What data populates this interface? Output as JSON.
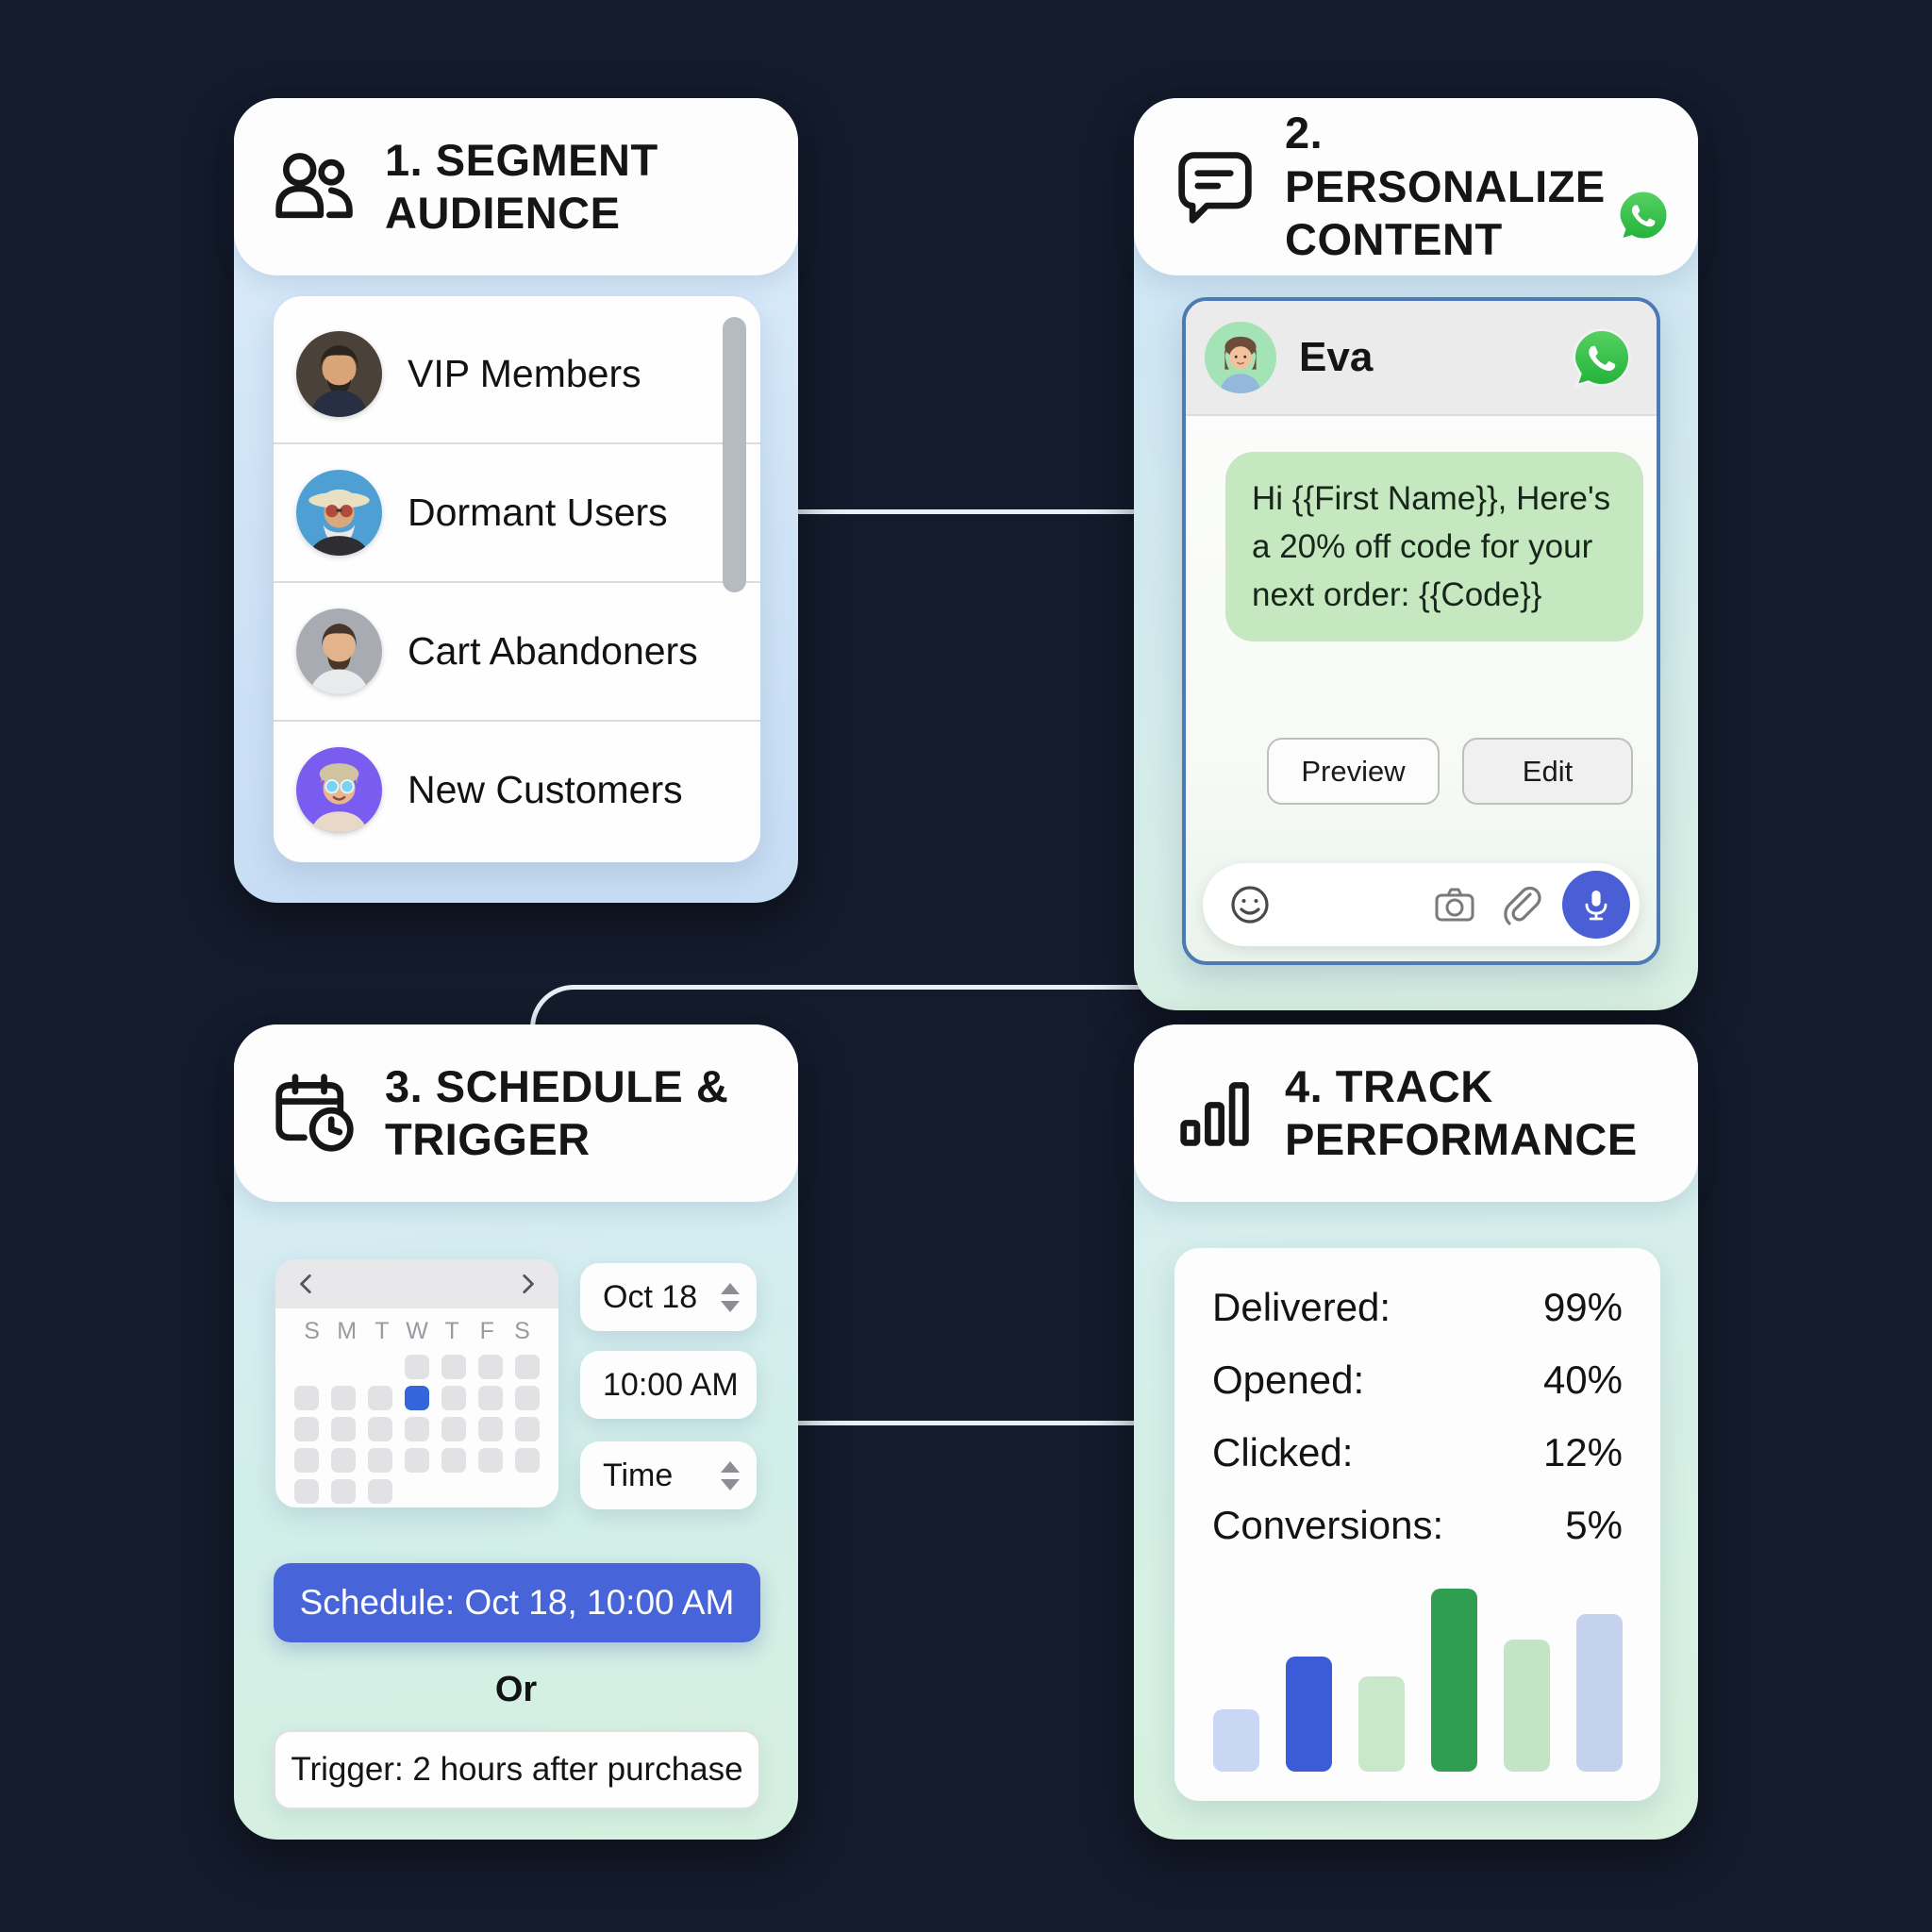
{
  "page": {
    "background": "#141b2c",
    "connector_color": "#e7eff8"
  },
  "card1": {
    "title": "1. SEGMENT AUDIENCE",
    "icon": "people-icon",
    "segments": [
      {
        "label": "VIP Members"
      },
      {
        "label": "Dormant Users"
      },
      {
        "label": "Cart Abandoners"
      },
      {
        "label": "New Customers"
      }
    ]
  },
  "card2": {
    "title": "2. PERSONALIZE CONTENT",
    "icon": "chat-bubble-icon",
    "brand_icon": "whatsapp-logo",
    "chat": {
      "contact_name": "Eva",
      "message": "Hi {{First Name}}, Here's a 20% off code for your next order: {{Code}}",
      "preview_label": "Preview",
      "edit_label": "Edit",
      "bubble_color": "#c6e8c0",
      "input_icons": [
        "emoji-smiley-icon",
        "camera-icon",
        "paperclip-icon",
        "mic-icon"
      ]
    }
  },
  "card3": {
    "title": "3. SCHEDULE & TRIGGER",
    "icon": "calendar-clock-icon",
    "calendar": {
      "day_headers": [
        "S",
        "M",
        "T",
        "W",
        "T",
        "F",
        "S"
      ],
      "rows": [
        [
          0,
          0,
          0,
          1,
          1,
          1,
          1
        ],
        [
          1,
          1,
          1,
          2,
          1,
          1,
          1
        ],
        [
          1,
          1,
          1,
          1,
          1,
          1,
          1
        ],
        [
          1,
          1,
          1,
          1,
          1,
          1,
          1
        ],
        [
          1,
          1,
          1,
          0,
          0,
          0,
          0
        ]
      ],
      "selected_color": "#3465d9"
    },
    "date_value": "Oct 18",
    "time_value": "10:00 AM",
    "time_placeholder": "Time",
    "schedule_button": "Schedule: Oct 18, 10:00 AM",
    "or_label": "Or",
    "trigger_button": "Trigger: 2 hours after purchase",
    "accent_color": "#4765d8"
  },
  "card4": {
    "title": "4. TRACK PERFORMANCE",
    "icon": "bar-chart-icon",
    "metrics": [
      {
        "label": "Delivered:",
        "value": "99%"
      },
      {
        "label": "Opened:",
        "value": "40%"
      },
      {
        "label": "Clicked:",
        "value": "12%"
      },
      {
        "label": "Conversions:",
        "value": "5%"
      }
    ],
    "chart_data": {
      "type": "bar",
      "values_percent_of_max": [
        34,
        63,
        52,
        100,
        72,
        86
      ],
      "colors": [
        "#c9d7f4",
        "#3c5cd7",
        "#c9e7cb",
        "#2f9e50",
        "#c3e5c6",
        "#c4d2f0"
      ],
      "title": "",
      "xlabel": "",
      "ylabel": "",
      "grid": false,
      "legend": false
    }
  }
}
